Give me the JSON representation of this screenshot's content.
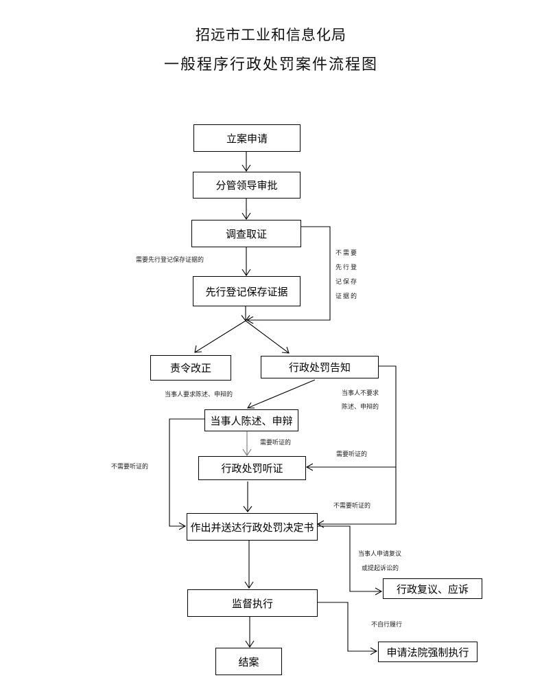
{
  "header": {
    "org": "招远市工业和信息化局",
    "title": "一般程序行政处罚案件流程图"
  },
  "nodes": {
    "filing": "立案申请",
    "approval": "分管领导审批",
    "investigation": "调查取证",
    "preserve_evidence": "先行登记保存证据",
    "order_correction": "责令改正",
    "penalty_notice": "行政处罚告知",
    "statement_defense": "当事人陈述、申辩",
    "hearing": "行政处罚听证",
    "decision": "作出并送达行政处罚决定书",
    "review_litigation": "行政复议、应诉",
    "supervise": "监督执行",
    "close_case": "结案",
    "court_enforcement": "申请法院强制执行"
  },
  "edge_labels": {
    "need_preserve": "需要先行登记保存证据的",
    "no_need_preserve": "不需要先行登记保存证据的",
    "requests_statement": "当事人要求陈述、申辩的",
    "no_statement_line1": "当事人不要求",
    "no_statement_line2": "陈述、申辩的",
    "need_hearing_1": "需要听证的",
    "need_hearing_2": "需要听证的",
    "no_hearing_left": "不需要听证的",
    "no_hearing_right": "不需要听证的",
    "appeal_line1": "当事人申请复议",
    "appeal_line2": "或提起诉讼的",
    "not_comply": "不自行履行"
  },
  "colors": {
    "line": "#000000",
    "background": "#ffffff"
  }
}
